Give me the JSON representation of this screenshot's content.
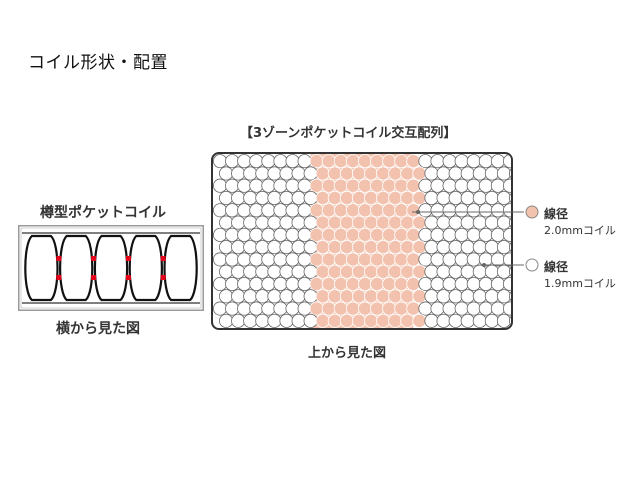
{
  "page_title": "コイル形状・配置",
  "diagram_title": "【3ゾーンポケットコイル交互配列】",
  "side_view": {
    "title": "樽型ポケットコイル",
    "caption": "横から見た図",
    "coil_count": 5
  },
  "top_view": {
    "caption": "上から見た図",
    "columns": 25,
    "rows": 14,
    "zone_columns": [
      8,
      16
    ]
  },
  "legend": [
    {
      "label": "線径",
      "value": "2.0mmコイル",
      "color": "#f3c2ae"
    },
    {
      "label": "線径",
      "value": "1.9mmコイル",
      "color": "#ffffff"
    }
  ],
  "colors": {
    "thick_coil": "#f3c2ae",
    "thin_coil": "#ffffff",
    "coil_outline": "#666666",
    "band_red": "#e6001a",
    "frame_gray": "#9a9a9a"
  }
}
